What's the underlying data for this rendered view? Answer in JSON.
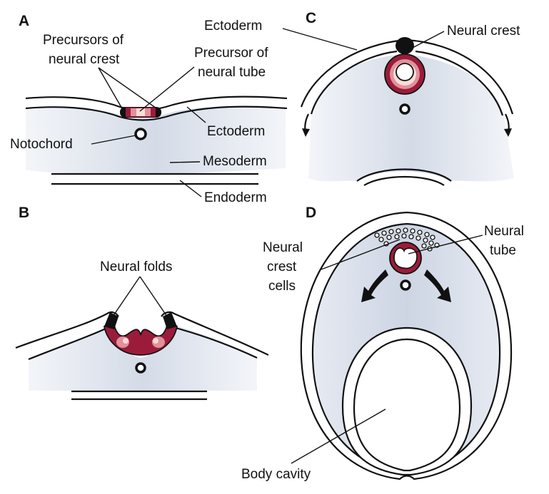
{
  "panels": {
    "a": {
      "letter": "A",
      "labels": {
        "precursors_line1": "Precursors of",
        "precursors_line2": "neural crest",
        "precursor_tube_line1": "Precursor of",
        "precursor_tube_line2": "neural tube",
        "ectoderm": "Ectoderm",
        "notochord": "Notochord",
        "mesoderm": "Mesoderm",
        "endoderm": "Endoderm"
      }
    },
    "b": {
      "letter": "B",
      "labels": {
        "neural_folds": "Neural folds"
      }
    },
    "c": {
      "letter": "C",
      "labels": {
        "ectoderm": "Ectoderm",
        "neural_crest": "Neural crest"
      }
    },
    "d": {
      "letter": "D",
      "labels": {
        "neural_crest_cells_line1": "Neural",
        "neural_crest_cells_line2": "crest",
        "neural_crest_cells_line3": "cells",
        "neural_tube_line1": "Neural",
        "neural_tube_line2": "tube",
        "body_cavity": "Body cavity"
      }
    }
  },
  "colors": {
    "tissue_fill": "#e8ecf3",
    "tissue_center": "#d4dbe7",
    "neural_tube_dark": "#9b1c3a",
    "neural_tube_mid": "#e2909a",
    "neural_tube_light": "#f8dcd8",
    "neural_crest": "#111111",
    "outline": "#111111"
  }
}
